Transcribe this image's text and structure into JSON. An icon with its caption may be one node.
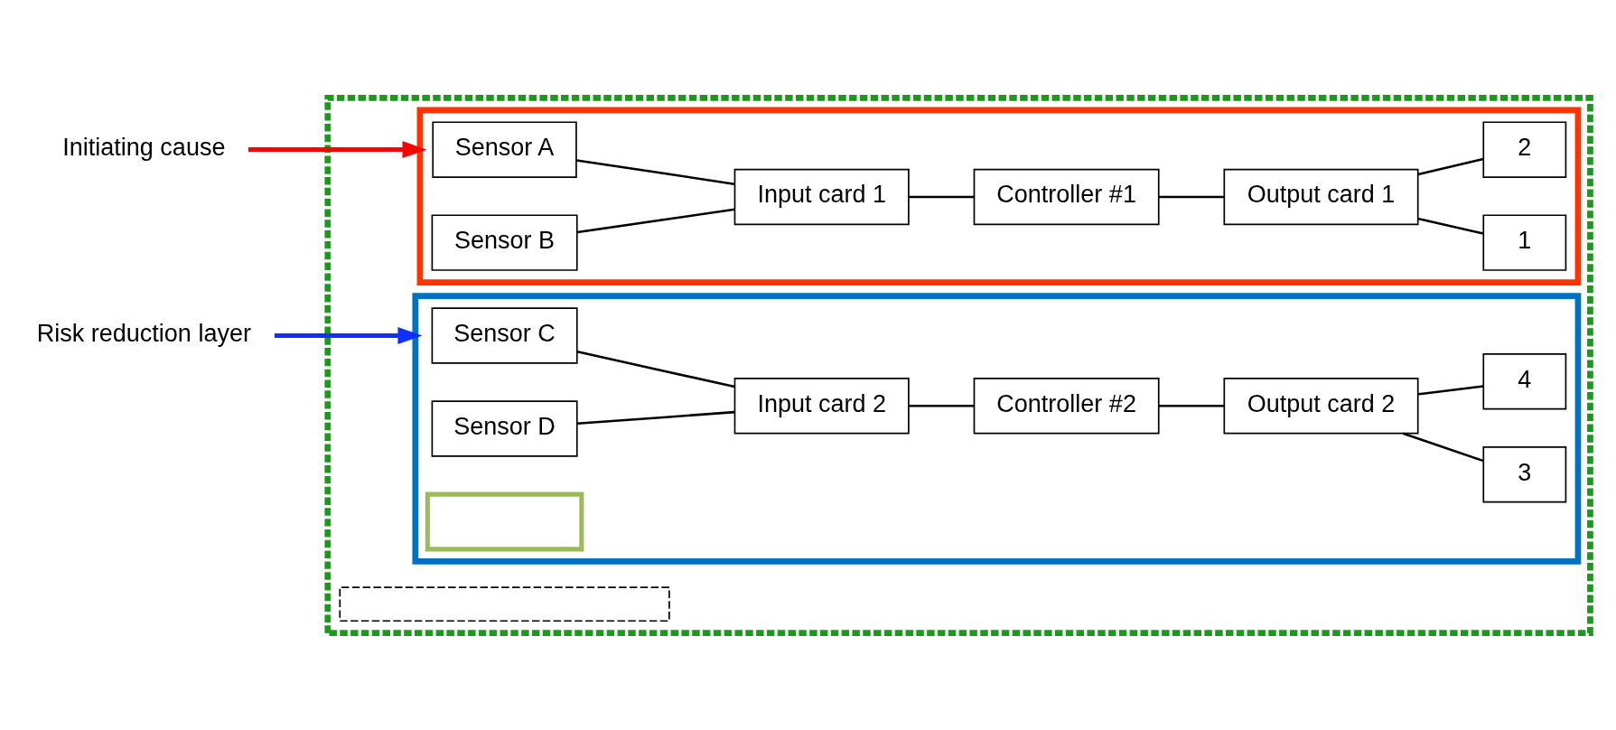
{
  "diagram": {
    "nodes": [
      {
        "text": [],
        "shape": "box"
      },
      {
        "text": [
          "Initiating cause"
        ]
      },
      {
        "text": [],
        "shape": "box",
        "in": 0
      },
      {
        "text": [
          "Sensor A"
        ],
        "in": 2
      },
      {
        "text": [
          "Sensor B"
        ],
        "in": 2
      },
      {
        "text": [
          "Input card 1"
        ],
        "in": 2
      },
      {
        "text": [
          "Controller #1"
        ],
        "in": 2
      },
      {
        "text": [
          "Output card 1"
        ],
        "in": 2
      },
      {
        "text": [
          "1"
        ],
        "in": 2
      },
      {
        "text": [
          "2"
        ],
        "in": 2
      },
      {
        "text": [
          "Risk reduction layer"
        ]
      },
      {
        "text": [],
        "shape": "box",
        "in": 0
      },
      {
        "text": [
          "Sensor C"
        ],
        "in": 11
      },
      {
        "text": [
          "Sensor D"
        ],
        "in": 11
      },
      {
        "text": [
          "Input card 2"
        ],
        "in": 11
      },
      {
        "text": [
          "Controller #2"
        ],
        "in": 11
      },
      {
        "text": [
          "Output card 2"
        ],
        "in": 11
      },
      {
        "text": [
          "3"
        ],
        "in": 11
      },
      {
        "text": [
          "4"
        ],
        "in": 11
      },
      {
        "text": [],
        "shape": "box",
        "in": 11
      },
      {
        "text": [],
        "shape": "box",
        "in": 0
      }
    ],
    "edges": [
      {
        "from": 1,
        "to": 2,
        "arrow": "to",
        "color": "#ff0000"
      },
      {
        "from": 3,
        "to": 5,
        "arrow": "none"
      },
      {
        "from": 4,
        "to": 5,
        "arrow": "none"
      },
      {
        "from": 5,
        "to": 6,
        "arrow": "none"
      },
      {
        "from": 6,
        "to": 7,
        "arrow": "none"
      },
      {
        "from": 7,
        "to": 8,
        "arrow": "none"
      },
      {
        "from": 7,
        "to": 9,
        "arrow": "none"
      },
      {
        "from": 10,
        "to": 11,
        "arrow": "to",
        "color": "#1030ff"
      },
      {
        "from": 12,
        "to": 14,
        "arrow": "none"
      },
      {
        "from": 13,
        "to": 14,
        "arrow": "none"
      },
      {
        "from": 14,
        "to": 15,
        "arrow": "none"
      },
      {
        "from": 15,
        "to": 16,
        "arrow": "none"
      },
      {
        "from": 16,
        "to": 17,
        "arrow": "none"
      },
      {
        "from": 16,
        "to": 18,
        "arrow": "none"
      }
    ]
  }
}
